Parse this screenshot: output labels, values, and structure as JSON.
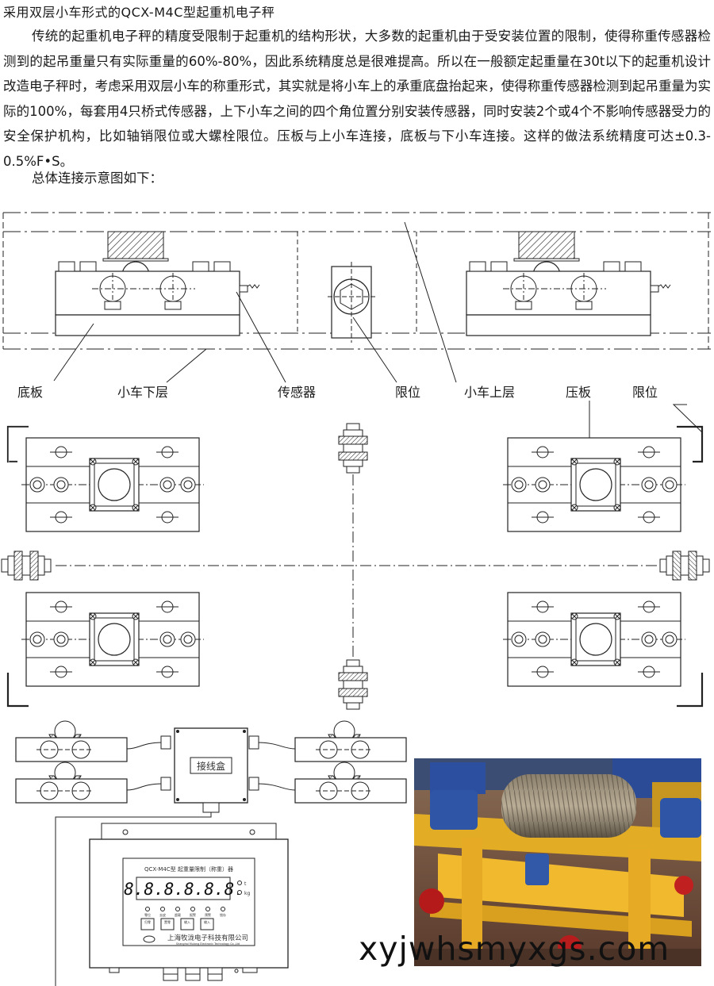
{
  "header": {
    "title": "采用双层小车形式的QCX-M4C型起重机电子秤",
    "paragraph": "传统的起重机电子秤的精度受限制于起重机的结构形状，大多数的起重机由于受安装位置的限制，使得称重传感器检测到的起吊重量只有实际重量的60%-80%，因此系统精度总是很难提高。所以在一般额定起重量在30t以下的起重机设计改造电子秤时，考虑采用双层小车的称重形式，其实就是将小车上的承重底盘抬起来，使得称重传感器检测到起吊重量为实际的100%，每套用4只桥式传感器，上下小车之间的四个角位置分别安装传感器，同时安装2个或4个不影响传感器受力的安全保护机构，比如轴销限位或大螺栓限位。压板与上小车连接，底板与下小车连接。这样的做法系统精度可达±0.3-0.5%F•S。",
    "intro": "总体连接示意图如下："
  },
  "diagram": {
    "labels": {
      "base_plate": "底板",
      "lower_trolley": "小车下层",
      "sensor": "传感器",
      "limit_left": "限位",
      "upper_trolley": "小车上层",
      "press_plate": "压板",
      "limit_right": "限位"
    },
    "junction_box": "接线盒",
    "controller": {
      "model_title": "QCX-M4C型  起重量限制（称重）器",
      "display": "8.8.8.8.8.8.",
      "unit_top": "t",
      "unit_bottom": "kg",
      "leds": [
        "零位",
        "去皮",
        "超载",
        "报警",
        "预警",
        "锁存"
      ],
      "keys": [
        "归零",
        "置零",
        "输入",
        "输入"
      ],
      "company": "上海牧泷电子科技有限公司",
      "company_en": "Shanghai Mulong Electronic Technology Co.,Ltd"
    }
  },
  "watermark": "xyjwhsmyxgs.com",
  "photo": {
    "icon": "crane-trolley-photo"
  }
}
